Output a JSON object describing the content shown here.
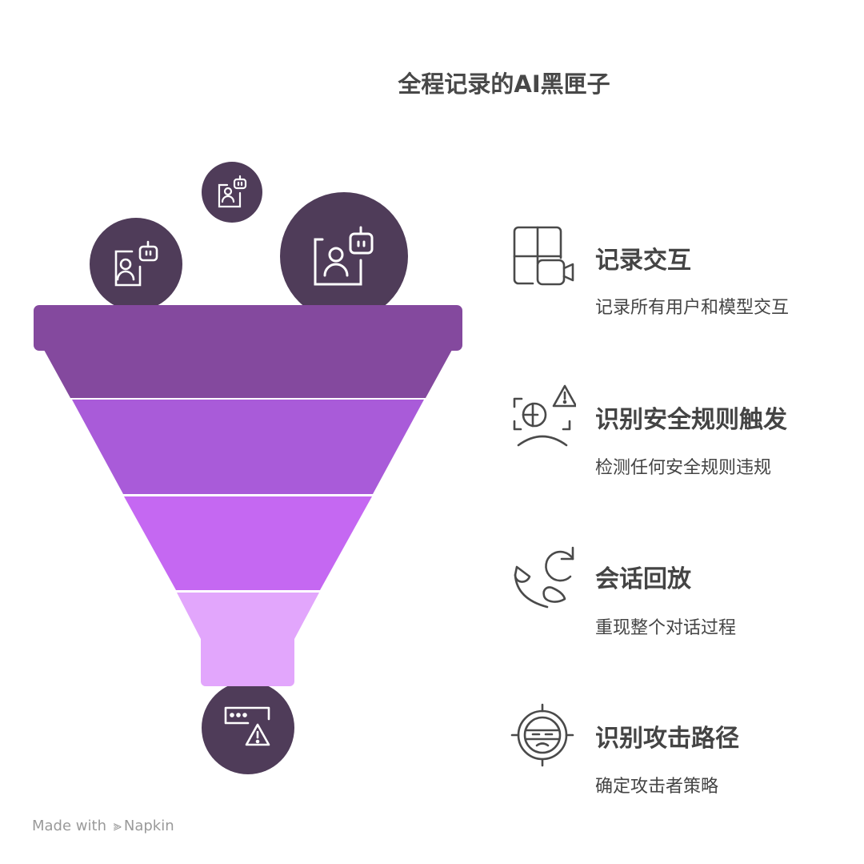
{
  "title": "全程记录的AI黑匣子",
  "colors": {
    "circle": "#4F3C59",
    "band1": "#84499E",
    "band2": "#A95BD9",
    "band3": "#C568F2",
    "band4": "#E2A6FC",
    "text": "#444444"
  },
  "stages": [
    {
      "heading": "记录交互",
      "description": "记录所有用户和模型交互",
      "icon": "video-grid-icon"
    },
    {
      "heading": "识别安全规则触发",
      "description": "检测任何安全规则违规",
      "icon": "face-scan-warning-icon"
    },
    {
      "heading": "会话回放",
      "description": "重现整个对话过程",
      "icon": "replay-icon"
    },
    {
      "heading": "识别攻击路径",
      "description": "确定攻击者策略",
      "icon": "target-attacker-icon"
    }
  ],
  "footer": {
    "made_with": "Made with",
    "brand": "Napkin"
  }
}
